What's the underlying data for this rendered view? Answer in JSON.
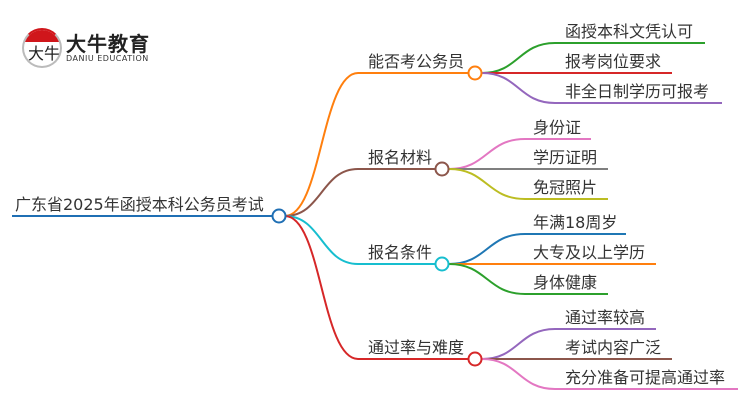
{
  "logo": {
    "brand_cn": "大牛教育",
    "brand_en": "DANIU EDUCATION",
    "mark": "大牛"
  },
  "root": {
    "label": "广东省2025年函授本科公务员考试",
    "color": "#1f6fb4"
  },
  "branches": [
    {
      "label": "能否考公务员",
      "color": "#ff7f0e",
      "children": [
        {
          "label": "函授本科文凭认可",
          "color": "#2ca02c"
        },
        {
          "label": "报考岗位要求",
          "color": "#d62728"
        },
        {
          "label": "非全日制学历可报考",
          "color": "#9467bd"
        }
      ]
    },
    {
      "label": "报名材料",
      "color": "#8c564b",
      "children": [
        {
          "label": "身份证",
          "color": "#e377c2"
        },
        {
          "label": "学历证明",
          "color": "#7f7f7f"
        },
        {
          "label": "免冠照片",
          "color": "#bcbd22"
        }
      ]
    },
    {
      "label": "报名条件",
      "color": "#17becf",
      "children": [
        {
          "label": "年满18周岁",
          "color": "#1f77b4"
        },
        {
          "label": "大专及以上学历",
          "color": "#ff7f0e"
        },
        {
          "label": "身体健康",
          "color": "#2ca02c"
        }
      ]
    },
    {
      "label": "通过率与难度",
      "color": "#d62728",
      "children": [
        {
          "label": "通过率较高",
          "color": "#9467bd"
        },
        {
          "label": "考试内容广泛",
          "color": "#8c564b"
        },
        {
          "label": "充分准备可提高通过率",
          "color": "#e377c2"
        }
      ]
    }
  ]
}
